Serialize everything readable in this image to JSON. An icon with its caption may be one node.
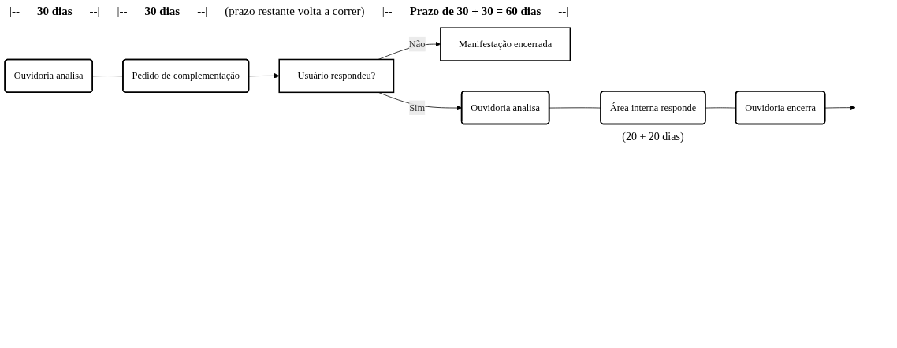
{
  "diagram": {
    "nodes": [
      {
        "text": [
          "Ouvidoria analisa"
        ]
      },
      {
        "text": [
          "Pedido de complementação"
        ]
      },
      {
        "text": [
          "Usuário respondeu?"
        ]
      },
      {
        "text": [
          "Manifestação encerrada"
        ]
      },
      {
        "text": [
          "Ouvidoria analisa"
        ]
      },
      {
        "text": [
          "Área interna responde"
        ],
        "beside": [
          "(20 + 20 dias)"
        ]
      },
      {
        "text": [
          "Ouvidoria encerra"
        ]
      }
    ],
    "edges": [
      {
        "from": 0,
        "to": 1,
        "arrow": "none"
      },
      {
        "from": 1,
        "to": 2,
        "arrow": "to"
      },
      {
        "from": 2,
        "to": 3,
        "arrow": "to",
        "label": "Não"
      },
      {
        "from": 2,
        "to": 4,
        "arrow": "to",
        "label": "Sim"
      },
      {
        "from": 4,
        "to": 5,
        "arrow": "none"
      },
      {
        "from": 5,
        "to": 6,
        "arrow": "none"
      },
      {
        "from": 6,
        "to": null,
        "arrow": "to"
      }
    ],
    "labels": [
      "|--",
      "30 dias",
      "--|",
      "|--",
      "30 dias",
      "--|",
      "(prazo restante volta a correr)",
      "|--",
      "Prazo de 30 + 30 = 60 dias",
      "--|"
    ]
  }
}
